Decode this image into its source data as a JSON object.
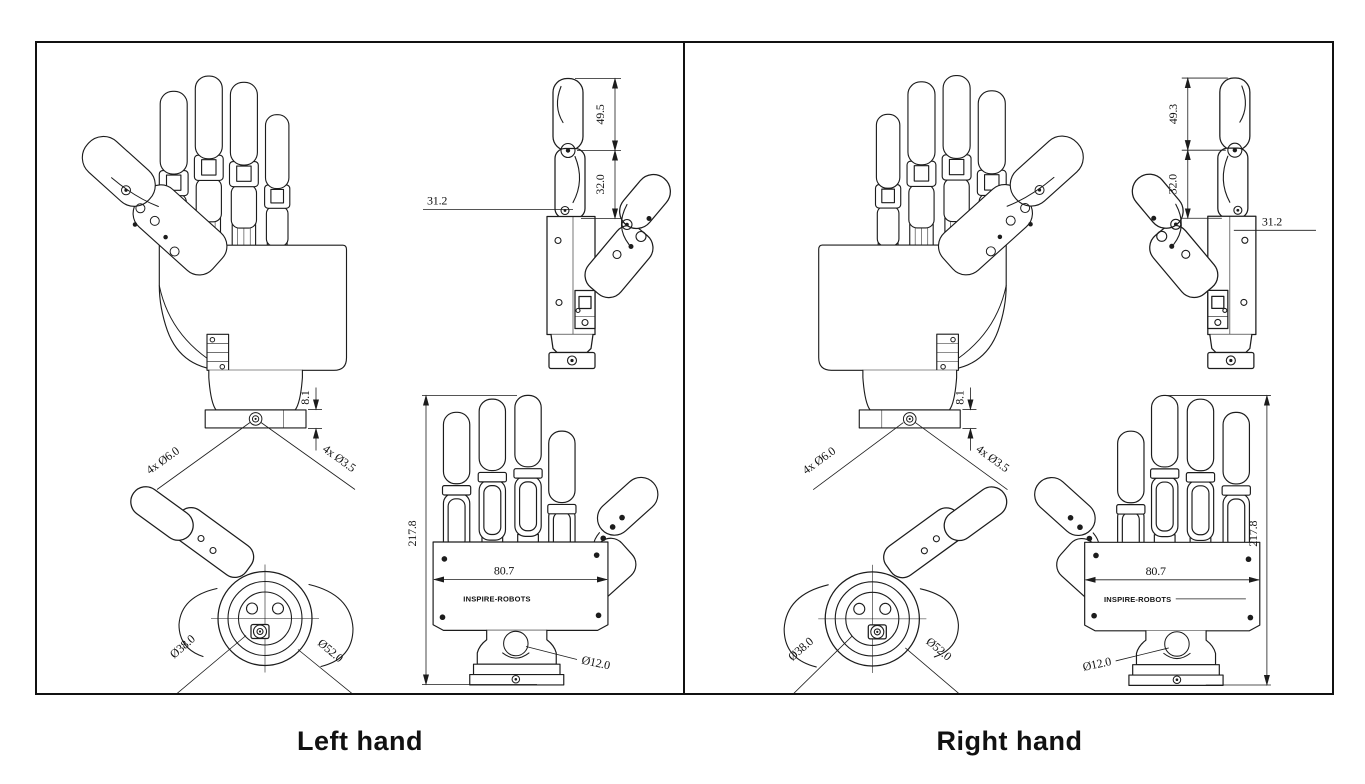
{
  "sheet": {
    "background": "#ffffff",
    "line_color": "#1c1c1c"
  },
  "panels": [
    {
      "caption": "Left hand",
      "palm_view": {
        "flange_height": "8.1",
        "mount_holes_large": "4x Ø6.0",
        "mount_holes_small": "4x Ø3.5"
      },
      "side_view": {
        "fingertip_length": "49.5",
        "middle_length": "32.0",
        "palm_thickness": "31.2"
      },
      "bottom_view": {
        "inner_diameter": "Ø38.0",
        "outer_diameter": "Ø52.0"
      },
      "back_view": {
        "total_length": "217.8",
        "palm_width": "80.7",
        "hole_diameter": "Ø12.0",
        "brand": "INSPIRE-ROBOTS"
      }
    },
    {
      "caption": "Right hand",
      "palm_view": {
        "flange_height": "8.1",
        "mount_holes_large": "4x Ø6.0",
        "mount_holes_small": "4x Ø3.5"
      },
      "side_view": {
        "fingertip_length": "49.3",
        "middle_length": "32.0",
        "palm_thickness": "31.2"
      },
      "bottom_view": {
        "inner_diameter": "Ø38.0",
        "outer_diameter": "Ø52.0"
      },
      "back_view": {
        "total_length": "217.8",
        "palm_width": "80.7",
        "hole_diameter": "Ø12.0",
        "brand": "INSPIRE-ROBOTS"
      }
    }
  ]
}
